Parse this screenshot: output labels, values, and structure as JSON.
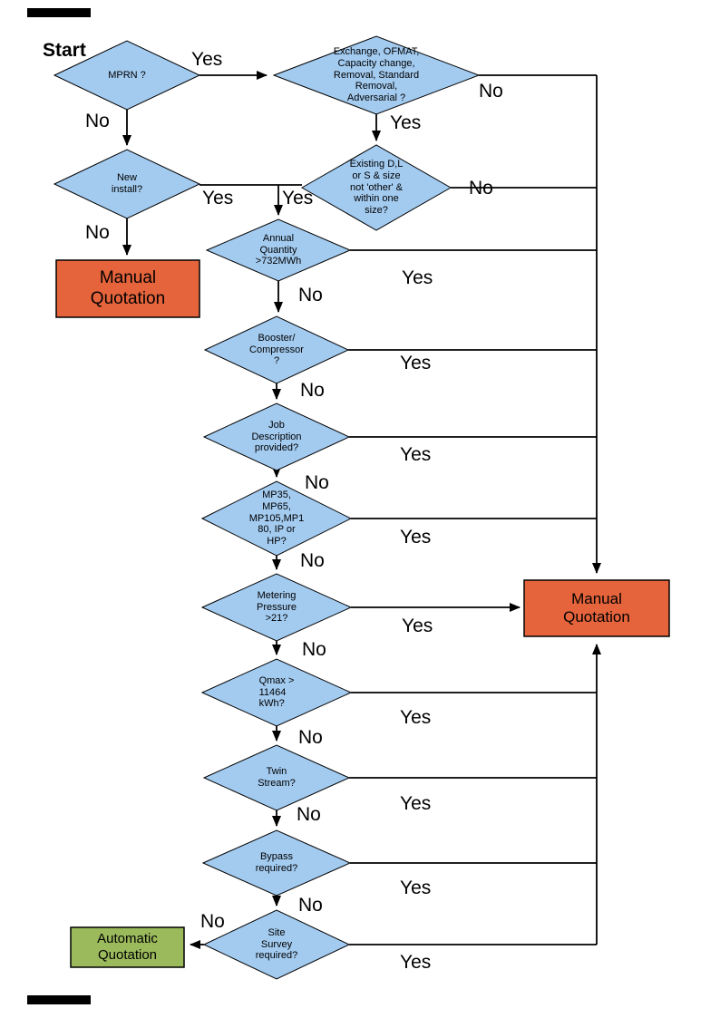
{
  "colors": {
    "diamond_fill": "#A3CBF0",
    "manual_fill": "#E5643C",
    "auto_fill": "#9BBA5C",
    "line": "#000000"
  },
  "labels": {
    "start": "Start",
    "yes": "Yes",
    "no": "No"
  },
  "nodes": {
    "mprn": {
      "label": "MPRN ?"
    },
    "exchange": {
      "label": "Exchange, OFMAT,\nCapacity change,\nRemoval, Standard\nRemoval,\nAdversarial ?"
    },
    "new_install": {
      "label": "New\ninstall?"
    },
    "existing": {
      "label": "Existing D,L\nor S & size\nnot 'other' &\nwithin one\nsize?"
    },
    "annual": {
      "label": "Annual\nQuantity\n>732MWh"
    },
    "booster": {
      "label": "Booster/\nCompressor\n?"
    },
    "job": {
      "label": "Job\nDescription\nprovided?"
    },
    "mp35": {
      "label": "MP35,\nMP65,\nMP105,MP1\n80, IP or\nHP?"
    },
    "metering": {
      "label": "Metering\nPressure\n>21?"
    },
    "qmax": {
      "label": "Qmax >\n11464\nkWh?"
    },
    "twin": {
      "label": "Twin\nStream?"
    },
    "bypass": {
      "label": "Bypass\nrequired?"
    },
    "site": {
      "label": "Site\nSurvey\nrequired?"
    }
  },
  "terminals": {
    "manual_left": {
      "label": "Manual\nQuotation"
    },
    "manual_right": {
      "label": "Manual\nQuotation"
    },
    "automatic": {
      "label": "Automatic\nQuotation"
    }
  }
}
